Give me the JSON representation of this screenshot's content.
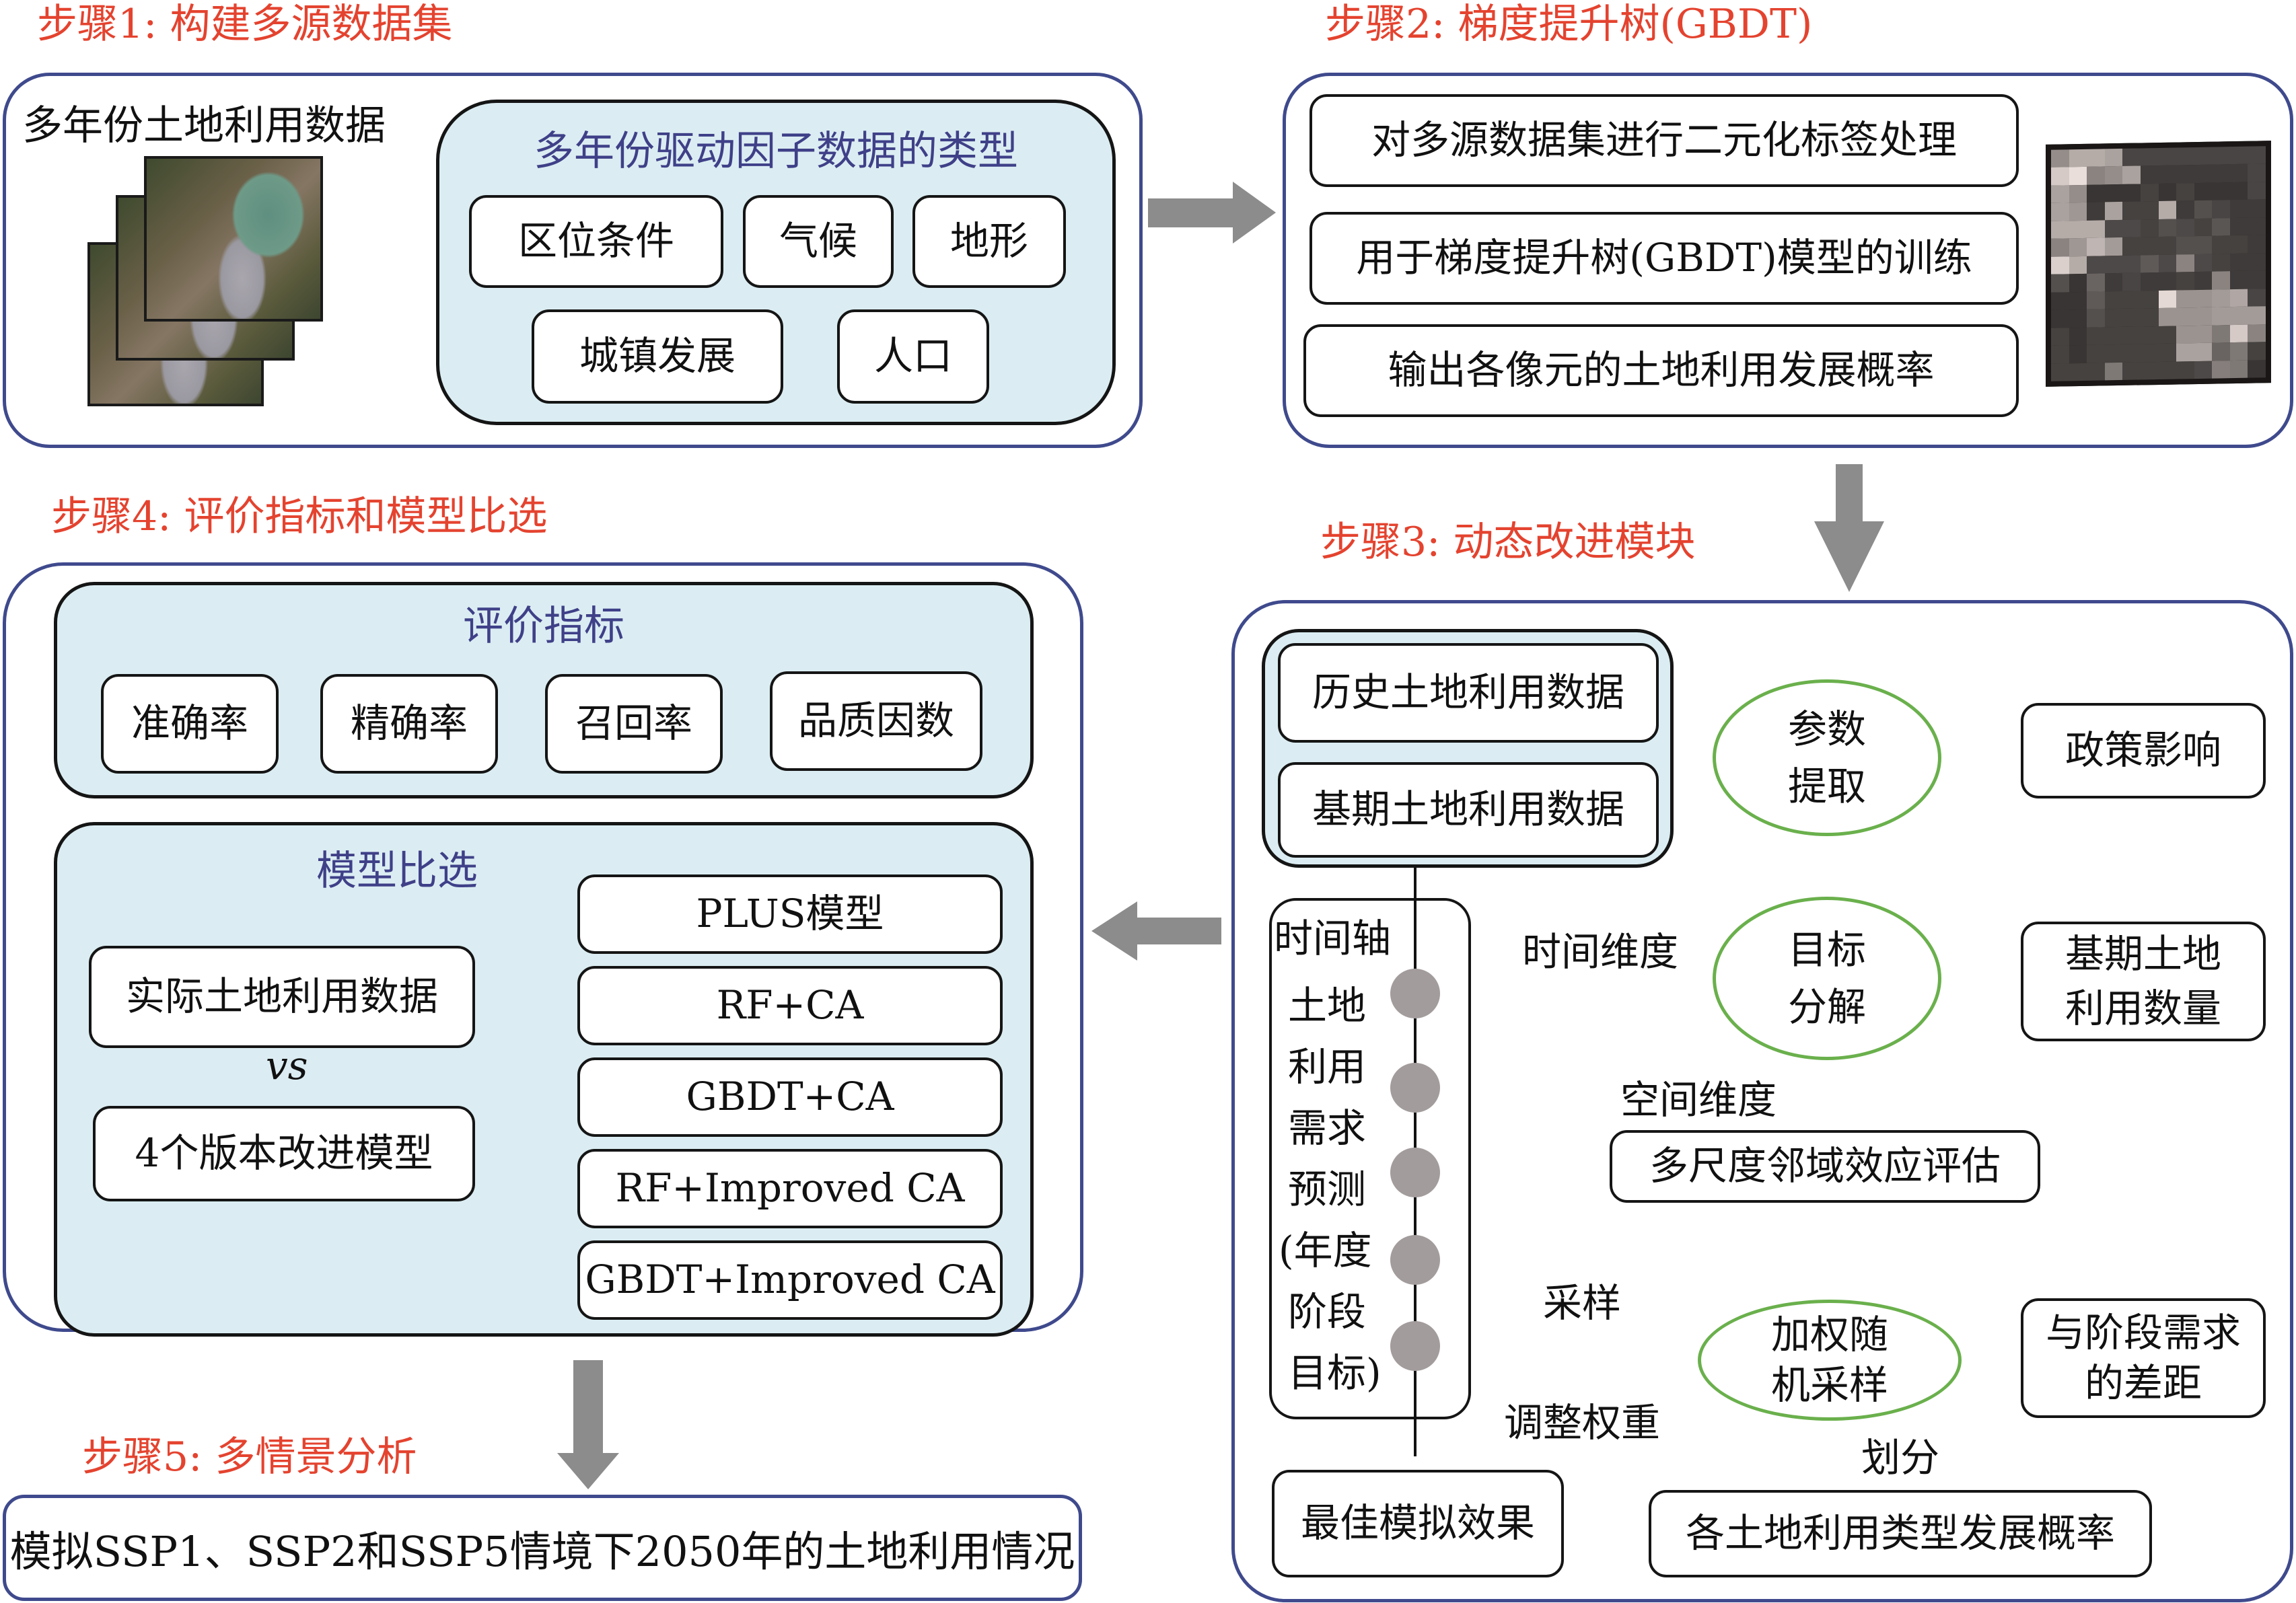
{
  "step1": {
    "title": "步骤1: 构建多源数据集",
    "land_use_label": "多年份土地利用数据",
    "driver_title": "多年份驱动因子数据的类型",
    "drivers": [
      "区位条件",
      "气候",
      "地形",
      "城镇发展",
      "人口"
    ]
  },
  "step2": {
    "title": "步骤2: 梯度提升树(GBDT)",
    "items": [
      "对多源数据集进行二元化标签处理",
      "用于梯度提升树(GBDT)模型的训练",
      "输出各像元的土地利用发展概率"
    ],
    "probability_grid": [
      [
        0.55,
        0.7,
        0.7,
        0.65,
        0.2,
        0.2,
        0.2,
        0.2,
        0.2,
        0.2,
        0.2,
        0.2
      ],
      [
        0.85,
        0.95,
        0.5,
        0.55,
        0.65,
        0.15,
        0.15,
        0.15,
        0.15,
        0.15,
        0.15,
        0.2
      ],
      [
        0.65,
        0.55,
        0.12,
        0.12,
        0.12,
        0.18,
        0.12,
        0.18,
        0.12,
        0.12,
        0.12,
        0.2
      ],
      [
        0.65,
        0.6,
        0.15,
        0.65,
        0.18,
        0.18,
        0.7,
        0.15,
        0.25,
        0.2,
        0.15,
        0.15
      ],
      [
        0.7,
        0.7,
        0.7,
        0.22,
        0.22,
        0.18,
        0.25,
        0.22,
        0.18,
        0.28,
        0.15,
        0.15
      ],
      [
        0.5,
        0.6,
        0.75,
        0.62,
        0.18,
        0.18,
        0.18,
        0.25,
        0.25,
        0.18,
        0.18,
        0.15
      ],
      [
        0.88,
        0.7,
        0.22,
        0.22,
        0.22,
        0.3,
        0.22,
        0.5,
        0.22,
        0.18,
        0.15,
        0.15
      ],
      [
        0.25,
        0.12,
        0.35,
        0.15,
        0.2,
        0.15,
        0.15,
        0.18,
        0.15,
        0.5,
        0.15,
        0.15
      ],
      [
        0.12,
        0.12,
        0.3,
        0.18,
        0.18,
        0.18,
        0.92,
        0.58,
        0.58,
        0.62,
        0.68,
        0.2
      ],
      [
        0.12,
        0.12,
        0.25,
        0.18,
        0.18,
        0.18,
        0.58,
        0.58,
        0.58,
        0.62,
        0.62,
        0.62
      ],
      [
        0.18,
        0.12,
        0.18,
        0.18,
        0.18,
        0.18,
        0.18,
        0.58,
        0.58,
        0.45,
        0.85,
        0.5
      ],
      [
        0.18,
        0.12,
        0.18,
        0.18,
        0.18,
        0.18,
        0.18,
        0.65,
        0.65,
        0.35,
        0.45,
        0.18
      ],
      [
        0.18,
        0.18,
        0.18,
        0.45,
        0.18,
        0.18,
        0.18,
        0.18,
        0.22,
        0.48,
        0.45,
        0.12
      ]
    ]
  },
  "step3": {
    "title": "步骤3: 动态改进模块",
    "historical_data": "历史土地利用数据",
    "base_data": "基期土地利用数据",
    "param_extract": "参数\n提取",
    "policy_influence": "政策影响",
    "target_decompose": "目标\n分解",
    "base_quantity": "基期土地\n利用数量",
    "time_dimension": "时间维度",
    "space_dimension": "空间维度",
    "multiscale_eval": "多尺度邻域效应评估",
    "weighted_sampling": "加权随\n机采样",
    "stage_gap": "与阶段需求\n的差距",
    "sampling": "采样",
    "adjust_weight": "调整权重",
    "divide": "划分",
    "timeline_label": "时间轴",
    "timeline_text": [
      "土地",
      "利用",
      "需求",
      "预测",
      "(年度",
      "阶段",
      "目标)"
    ],
    "best_effect": "最佳模拟效果",
    "type_probability": "各土地利用类型发展概率"
  },
  "step4": {
    "title": "步骤4: 评价指标和模型比选",
    "metrics_title": "评价指标",
    "metrics": [
      "准确率",
      "精确率",
      "召回率",
      "品质因数"
    ],
    "comparison_title": "模型比选",
    "actual_data": "实际土地利用数据",
    "vs": "vs",
    "improved_models": "4个版本改进模型",
    "models": [
      "PLUS模型",
      "RF+CA",
      "GBDT+CA",
      "RF+Improved CA",
      "GBDT+Improved CA"
    ]
  },
  "step5": {
    "title": "步骤5: 多情景分析",
    "content": "模拟SSP1、SSP2和SSP5情境下2050年的土地利用情况"
  },
  "colors": {
    "step_title": "#e4432f",
    "outer_border": "#3f4a8d",
    "section_title": "#3f4088",
    "panel_fill": "#dbedf2",
    "circle_border": "#6ab04c",
    "flow_arrow": "#8c8c8c",
    "timeline_dot": "#a39c9c"
  }
}
